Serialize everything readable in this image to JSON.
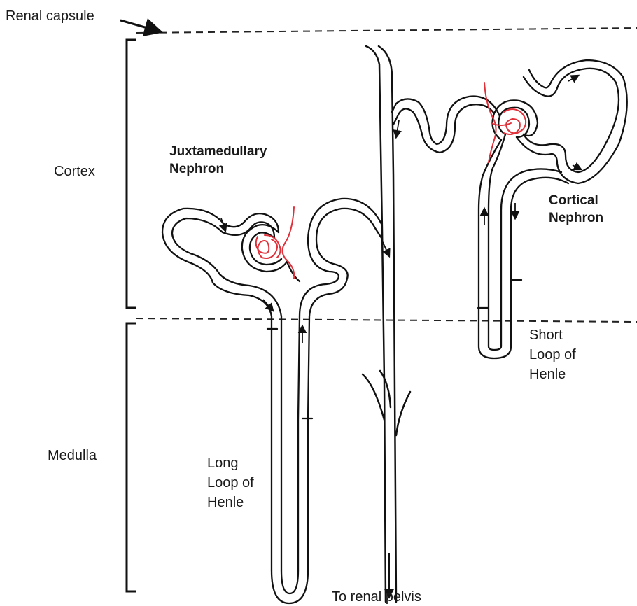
{
  "labels": {
    "renal_capsule": "Renal capsule",
    "cortex": "Cortex",
    "medulla": "Medulla",
    "juxtamedullary": [
      "Juxtamedullary",
      "Nephron"
    ],
    "cortical": [
      "Cortical",
      "Nephron"
    ],
    "short_loop": [
      "Short",
      "Loop of",
      "Henle"
    ],
    "long_loop": [
      "Long",
      "Loop of",
      "Henle"
    ],
    "renal_pelvis": "To renal pelvis"
  },
  "colors": {
    "line": "#111111",
    "capillary": "#e0303a"
  }
}
